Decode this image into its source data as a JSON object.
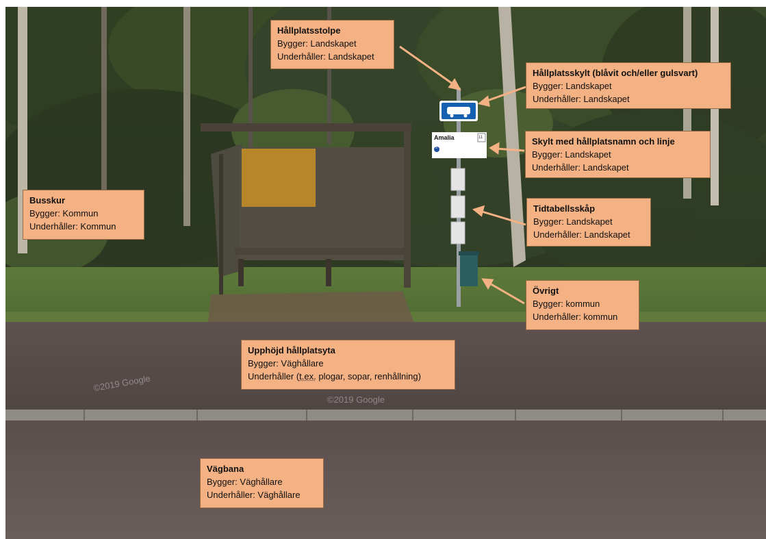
{
  "callouts": {
    "hallplatsstolpe": {
      "title": "Hållplatsstolpe",
      "line1": "Bygger: Landskapet",
      "line2": "Underhåller: Landskapet"
    },
    "hallplatsskylt": {
      "title": "Hållplatsskylt (blåvit och/eller gulsvart)",
      "line1": "Bygger: Landskapet",
      "line2": "Underhåller: Landskapet"
    },
    "skylt_namn": {
      "title": "Skylt med hållplatsnamn och linje",
      "line1": "Bygger: Landskapet",
      "line2": "Underhåller: Landskapet"
    },
    "busskur": {
      "title": "Busskur",
      "line1": "Bygger: Kommun",
      "line2": "Underhåller: Kommun"
    },
    "tidtabellsskap": {
      "title": "Tidtabellsskåp",
      "line1": "Bygger: Landskapet",
      "line2": "Underhåller: Landskapet"
    },
    "ovrigt": {
      "title": "Övrigt",
      "line1": "Bygger: kommun",
      "line2": "Underhåller: kommun"
    },
    "upphojd": {
      "title": "Upphöjd hållplatsyta",
      "line1": "Bygger: Väghållare",
      "line2_pre": "Underhåller (",
      "line2_tex": "t.ex.",
      "line2_post": " plogar, sopar, renhållning)"
    },
    "vagbana": {
      "title": "Vägbana",
      "line1": "Bygger: Väghållare",
      "line2": "Underhåller: Väghållare"
    }
  },
  "stop_sign": {
    "name": "Amalia",
    "number": "11",
    "line_badge": "5"
  },
  "watermarks": [
    "©2019 Google",
    "©2019 Google"
  ],
  "colors": {
    "callout_fill": "#f4b183",
    "arrow": "#f4b183",
    "bus_sign_blue": "#1560b0"
  }
}
